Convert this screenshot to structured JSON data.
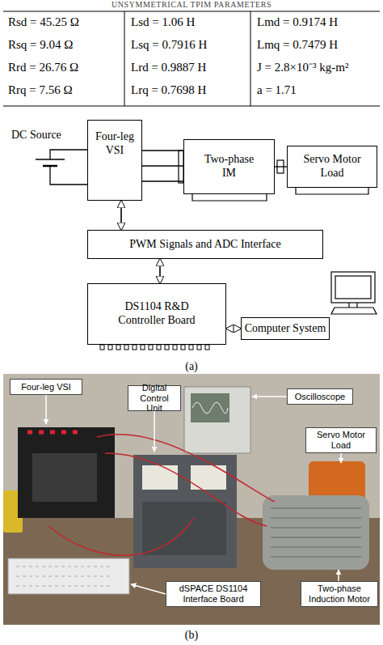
{
  "diagram": {
    "title": "UNSYMMETRICAL TPIM PARAMETERS",
    "nodes": [
      {
        "text": [
          "Four-leg VSI"
        ]
      },
      {
        "text": [
          "Two-phase IM"
        ]
      },
      {
        "text": [
          "Servo Motor Load"
        ]
      },
      {
        "text": [
          "PWM Signals and ADC Interface"
        ]
      },
      {
        "text": [
          "DS1104 R&D Controller Board"
        ]
      },
      {
        "text": [
          "Computer System"
        ]
      },
      {
        "text": [
          "Four-leg VSI"
        ]
      },
      {
        "text": [
          "Digital Control Unit"
        ]
      },
      {
        "text": [
          "Oscilloscope"
        ]
      },
      {
        "text": [
          "Servo Motor Load"
        ]
      },
      {
        "text": [
          "dSPACE DS1104 Interface Board"
        ]
      },
      {
        "text": [
          "Two-phase Induction Motor"
        ]
      }
    ],
    "edges": [
      {
        "from": 0,
        "to": 1,
        "arrow": "none"
      },
      {
        "from": 0,
        "to": 1,
        "arrow": "none"
      },
      {
        "from": 0,
        "to": 1,
        "arrow": "none"
      },
      {
        "from": 1,
        "to": 2,
        "arrow": "none"
      },
      {
        "from": 0,
        "to": 3,
        "arrow": "both"
      },
      {
        "from": 3,
        "to": 4,
        "arrow": "both"
      },
      {
        "from": 4,
        "to": 5,
        "arrow": "both"
      }
    ],
    "labels": [
      "Rsd = 45.25 Ω",
      "Lsd = 1.06 H",
      "Lmd = 0.9174 H",
      "Rsq = 9.04 Ω",
      "Lsq = 0.7916 H",
      "Lmq = 0.7479 H",
      "Rrd = 26.76 Ω",
      "Lrd = 0.9887 H",
      "J = 2.8×10⁻³ kg-m²",
      "Rrq = 7.56 Ω",
      "Lrq = 0.7698 H",
      "a = 1.71",
      "DC Source",
      "(a)",
      "(b)"
    ]
  }
}
